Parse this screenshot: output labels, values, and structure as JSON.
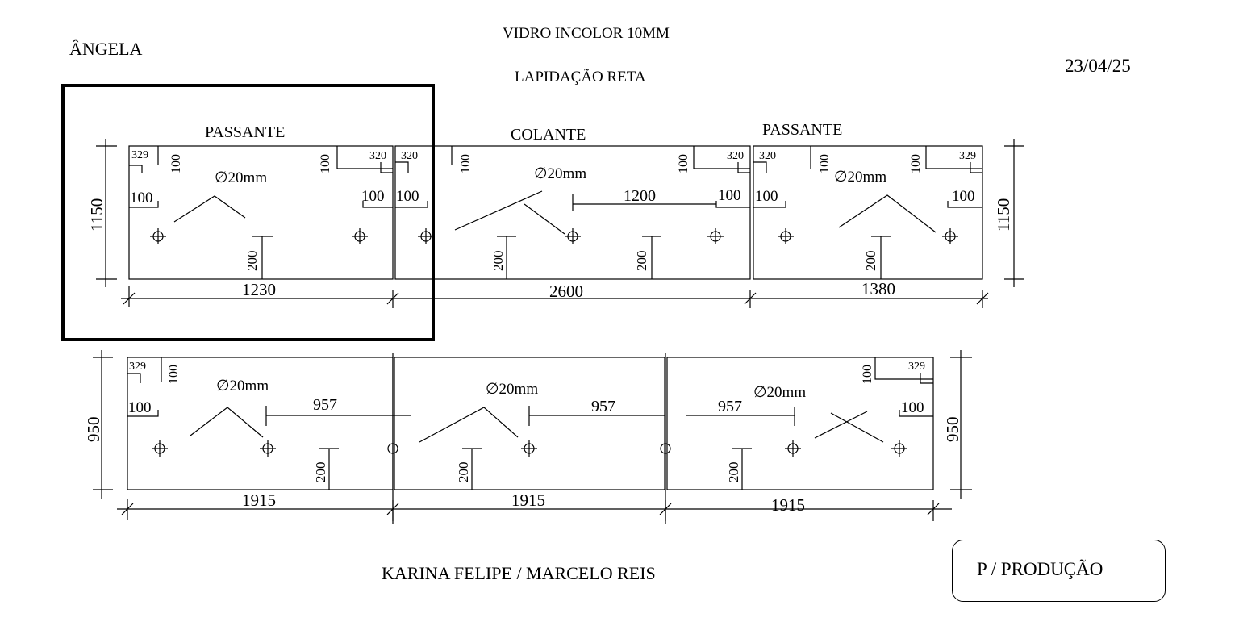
{
  "header": {
    "client": "ÂNGELA",
    "material": "VIDRO INCOLOR 10MM",
    "finish": "LAPIDAÇÃO RETA",
    "date": "23/04/25"
  },
  "pieces_top": {
    "left": {
      "type": "PASSANTE",
      "width": "1230",
      "height": "1150"
    },
    "middle": {
      "type": "COLANTE",
      "width": "2600",
      "hole_spacing": "1200"
    },
    "right": {
      "type": "PASSANTE",
      "width": "1380",
      "height": "1150"
    }
  },
  "pieces_bottom": {
    "height": "950",
    "left": {
      "width": "1915",
      "hole_spacing": "957"
    },
    "middle": {
      "width": "1915",
      "hole_spacing": "957"
    },
    "right": {
      "width": "1915",
      "hole_spacing": "957"
    }
  },
  "dims": {
    "d329": "329",
    "d320": "320",
    "d100": "100",
    "d200": "200",
    "hole_diameter": "∅20mm"
  },
  "footer": {
    "names": "KARINA FELIPE / MARCELO REIS",
    "status": "P / PRODUÇÃO"
  }
}
